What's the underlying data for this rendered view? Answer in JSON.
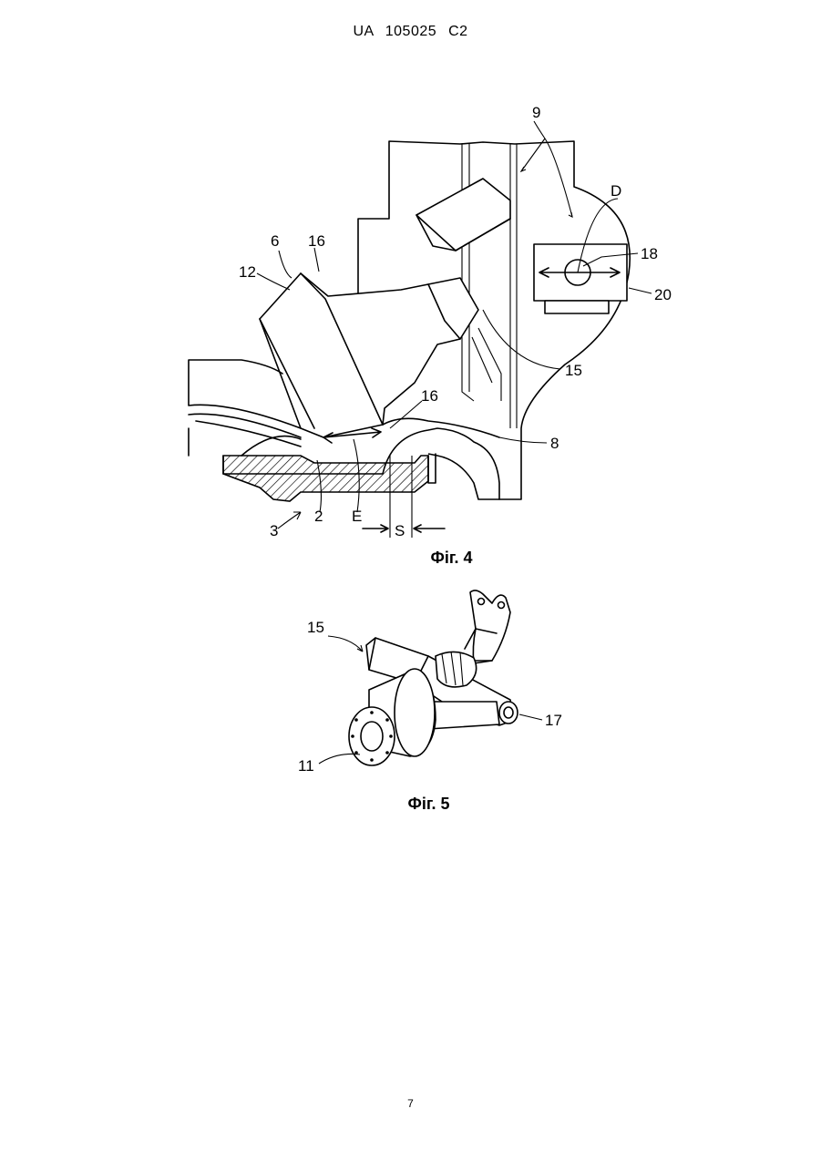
{
  "header": "UA   105025   C2",
  "figures": [
    {
      "caption": "Фіг. 4",
      "labels": {
        "ref_9": "9",
        "ref_d": "D",
        "ref_6": "6",
        "ref_16a": "16",
        "ref_12": "12",
        "ref_18": "18",
        "ref_20": "20",
        "ref_15": "15",
        "ref_16b": "16",
        "ref_8": "8",
        "ref_3": "3",
        "ref_2": "2",
        "ref_e": "E",
        "ref_s": "S"
      }
    },
    {
      "caption": "Фіг. 5",
      "labels": {
        "ref_15": "15",
        "ref_17": "17",
        "ref_11": "11"
      }
    }
  ],
  "page_number": "7"
}
